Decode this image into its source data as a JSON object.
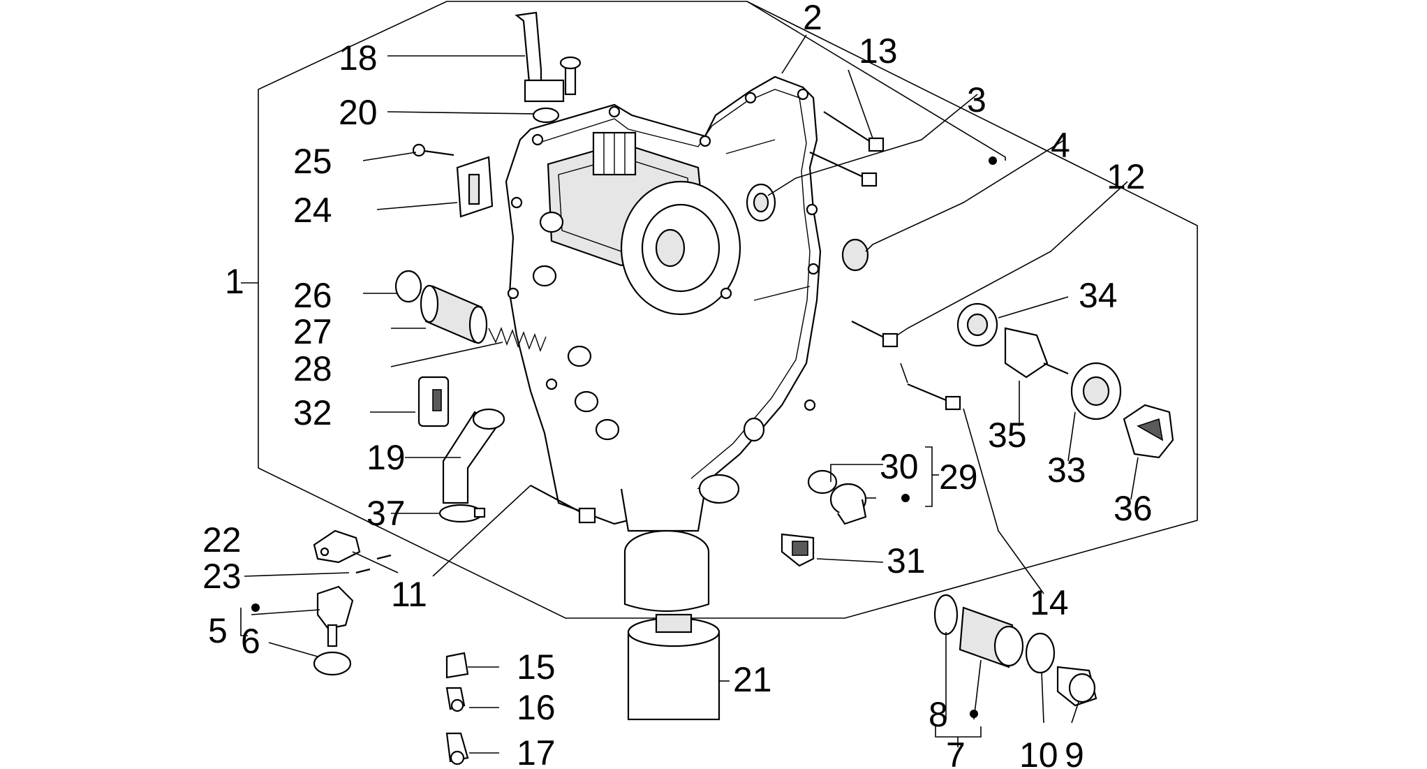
{
  "labels": {
    "l1": "1",
    "l2": "2",
    "l3": "3",
    "l4": "4",
    "l5": "5",
    "l6": "6",
    "l7": "7",
    "l8": "8",
    "l9": "9",
    "l10": "10",
    "l11": "11",
    "l12": "12",
    "l13": "13",
    "l14": "14",
    "l15": "15",
    "l16": "16",
    "l17": "17",
    "l18": "18",
    "l19": "19",
    "l20": "20",
    "l21": "21",
    "l22": "22",
    "l23": "23",
    "l24": "24",
    "l25": "25",
    "l26": "26",
    "l27": "27",
    "l28": "28",
    "l29": "29",
    "l30": "30",
    "l31": "31",
    "l32": "32",
    "l33": "33",
    "l34": "34",
    "l35": "35",
    "l36": "36",
    "l37": "37"
  }
}
